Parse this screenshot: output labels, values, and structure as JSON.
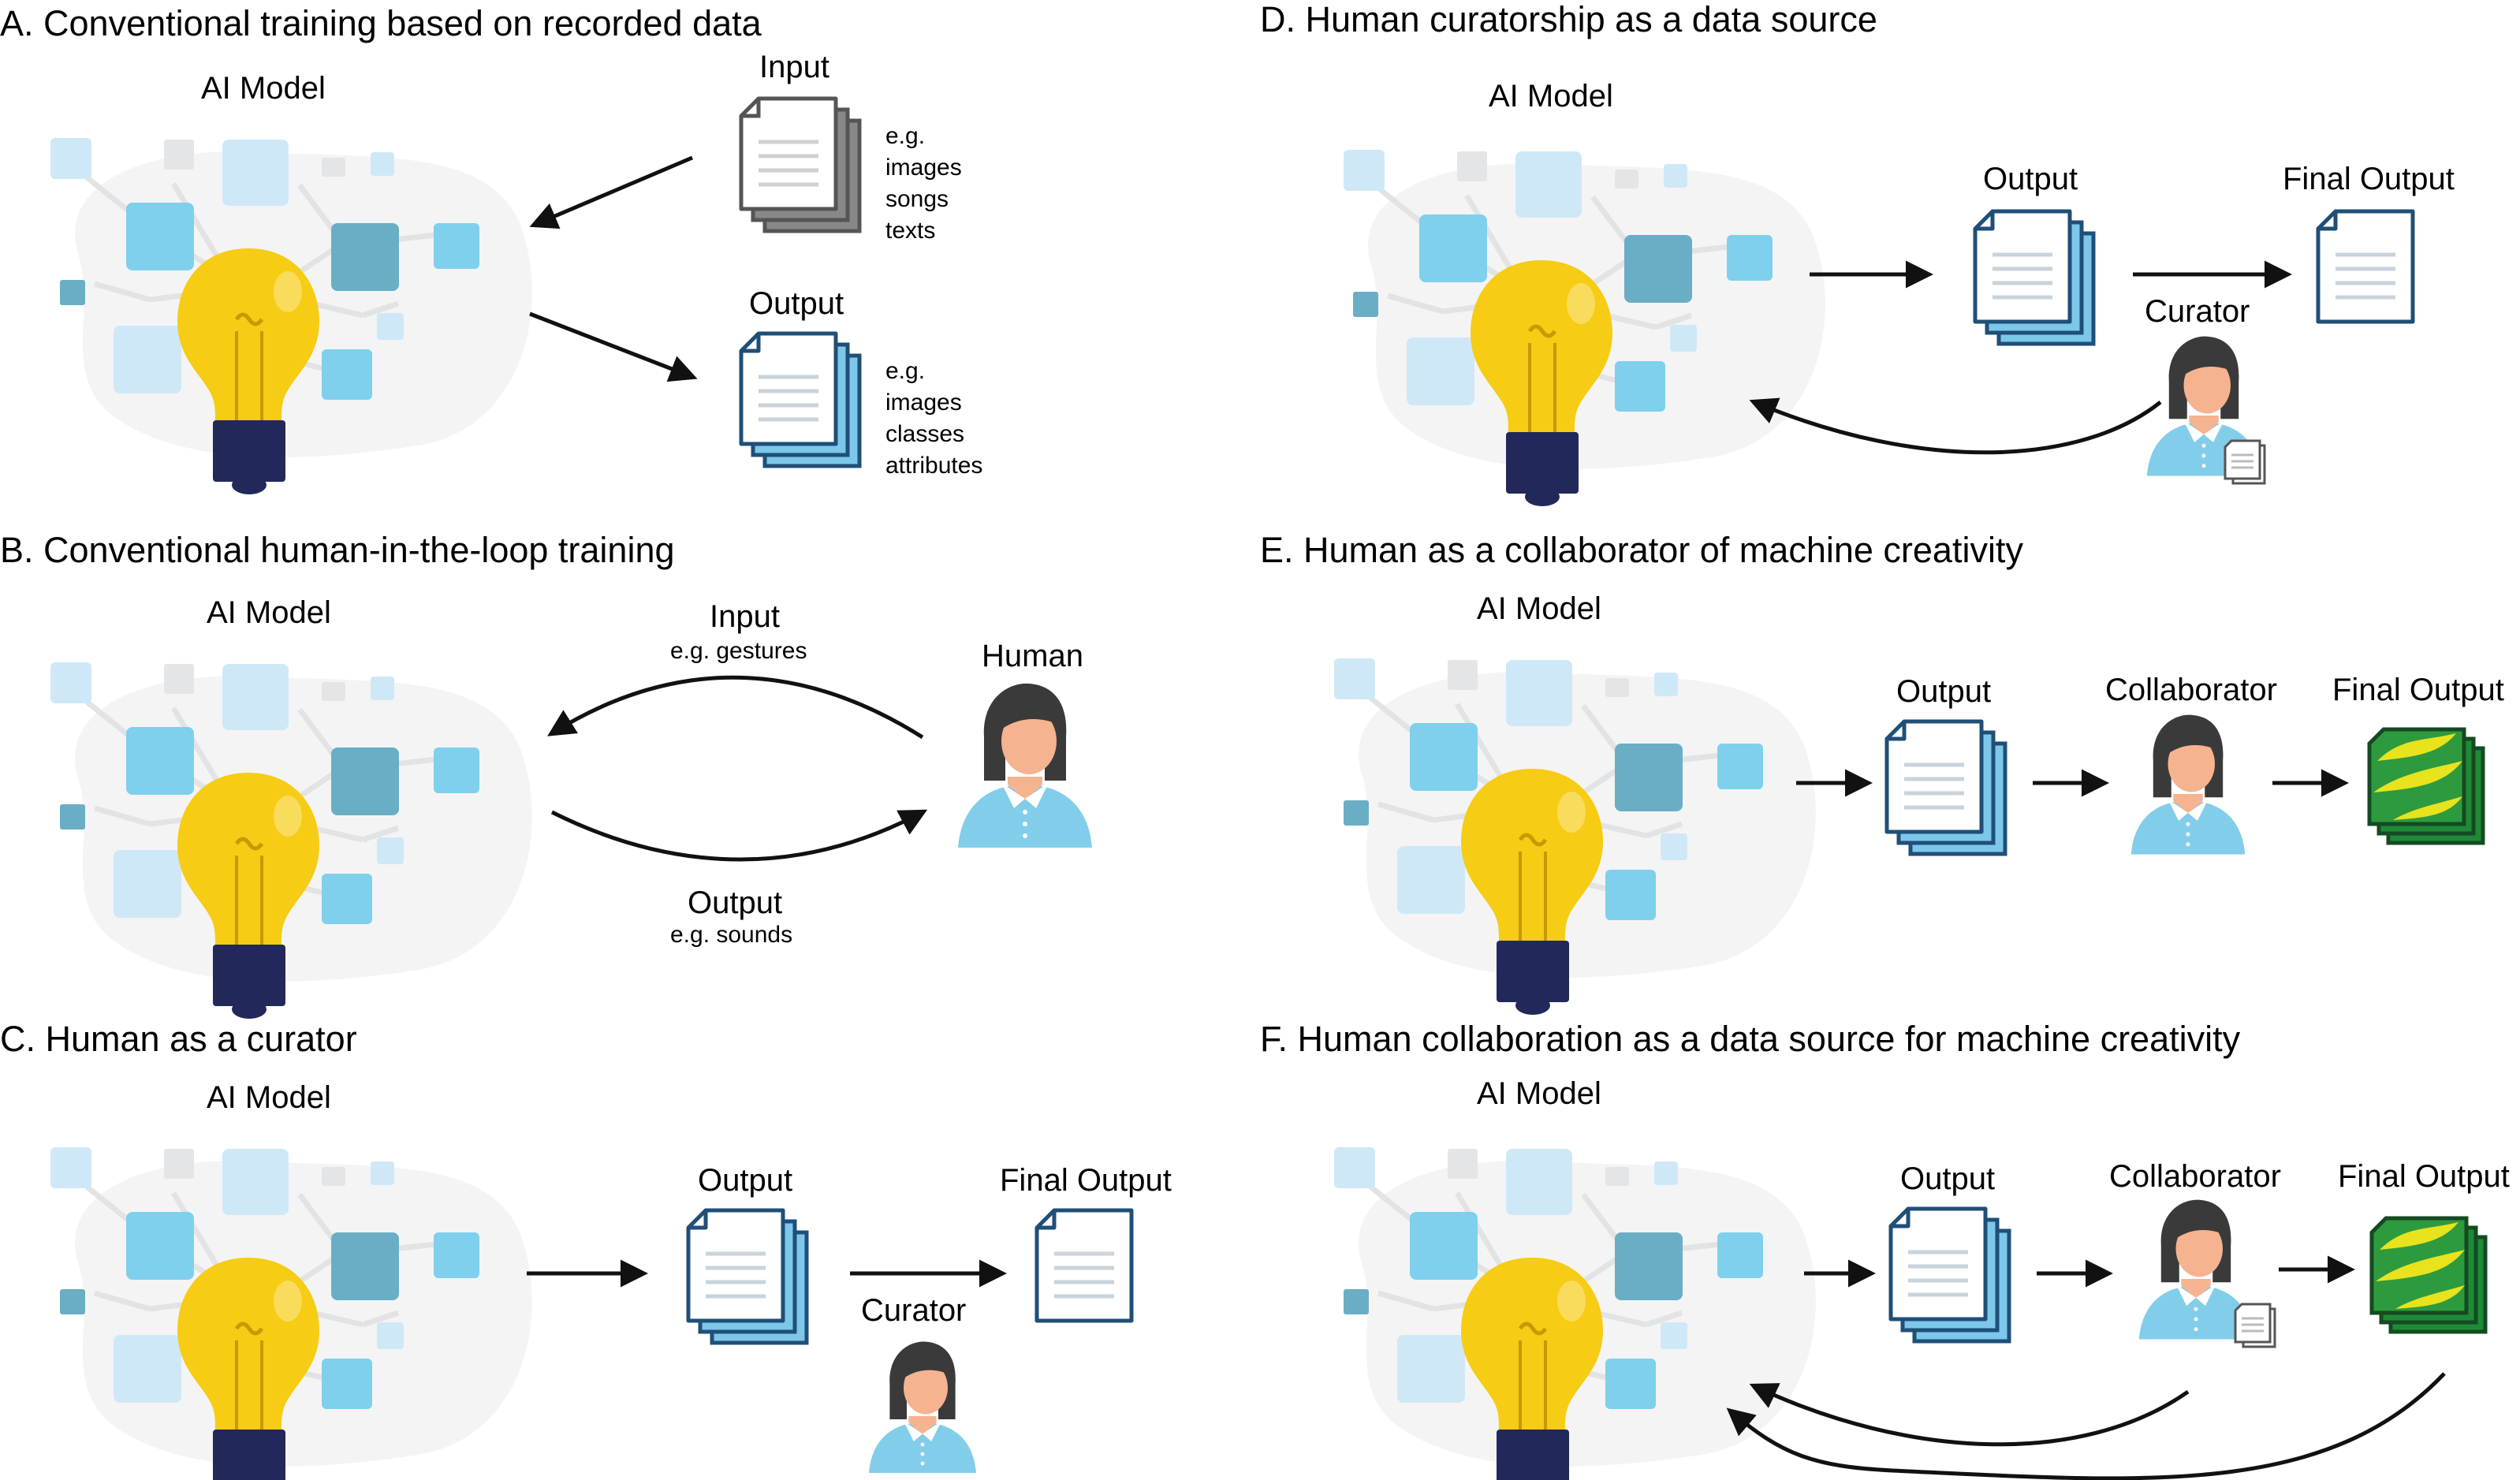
{
  "panels": {
    "a": {
      "title": "A. Conventional training based on recorded data",
      "model_label": "AI Model",
      "input_label": "Input",
      "input_examples": [
        "e.g.",
        "images",
        "songs",
        "texts"
      ],
      "output_label": "Output",
      "output_examples": [
        "e.g.",
        "images",
        "classes",
        "attributes"
      ]
    },
    "b": {
      "title": "B. Conventional human-in-the-loop training",
      "model_label": "AI Model",
      "input_label": "Input",
      "input_example": "e.g. gestures",
      "output_label": "Output",
      "output_example": "e.g. sounds",
      "human_label": "Human"
    },
    "c": {
      "title": "C. Human as a curator",
      "model_label": "AI Model",
      "output_label": "Output",
      "final_label": "Final Output",
      "curator_label": "Curator"
    },
    "d": {
      "title": "D. Human curatorship as a data source",
      "model_label": "AI Model",
      "output_label": "Output",
      "final_label": "Final Output",
      "curator_label": "Curator"
    },
    "e": {
      "title": "E. Human as a collaborator of machine creativity",
      "model_label": "AI Model",
      "output_label": "Output",
      "collaborator_label": "Collaborator",
      "final_label": "Final Output"
    },
    "f": {
      "title": "F. Human collaboration as a data source for machine creativity",
      "model_label": "AI Model",
      "output_label": "Output",
      "collaborator_label": "Collaborator",
      "final_label": "Final Output"
    }
  },
  "colors": {
    "blob": "#f4f4f5",
    "square_light": "#cfe8f7",
    "square_mid": "#7fd0ec",
    "square_dark": "#6aaec6",
    "square_gray": "#e4e5e6",
    "bulb": "#f6cc14",
    "bulb_base": "#23285a",
    "doc_input": "#6f6f6f",
    "doc_output": "#1f4f78",
    "doc_fill_output": "#7cc7ea",
    "skin": "#f5b38f",
    "hair": "#3a3a3a",
    "shirt": "#82cdea",
    "art_green": "#2e9a3e",
    "art_yellow": "#e8e31c"
  },
  "icons": [
    "lightbulb-icon",
    "document-stack-icon",
    "document-icon",
    "person-icon",
    "artwork-stack-icon",
    "arrow-icon"
  ]
}
